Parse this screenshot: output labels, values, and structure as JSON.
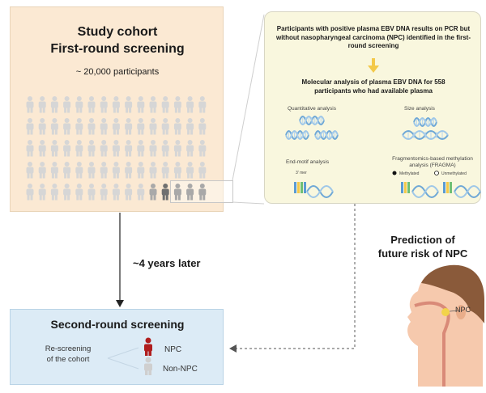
{
  "cohort": {
    "title_line1": "Study cohort",
    "title_line2": "First-round screening",
    "subtitle": "~ 20,000 participants"
  },
  "analysis": {
    "header": "Participants with positive plasma EBV DNA results on PCR but without nasopharyngeal carcinoma (NPC) identified in the first-round screening",
    "title": "Molecular analysis of plasma EBV DNA for 558 participants who had available plasma",
    "methods": {
      "quantitative": "Quantitative analysis",
      "size": "Size analysis",
      "end_motif": "End-motif analysis",
      "fragmentomics": "Fragmentomics-based methylation analysis (FRAGMA)"
    },
    "legend": {
      "methylated": "Methylated",
      "unmethylated": "Unmethylated"
    },
    "motif_label": "3' mer"
  },
  "followup": {
    "label": "~4 years later"
  },
  "second_round": {
    "title": "Second-round screening",
    "rescreen_line1": "Re-screening",
    "rescreen_line2": "of the cohort",
    "npc": "NPC",
    "non_npc": "Non-NPC"
  },
  "prediction": {
    "line1": "Prediction of",
    "line2": "future risk of NPC",
    "npc_label": "NPC"
  },
  "colors": {
    "cohort_bg": "#fbe9d3",
    "panel_bg": "#f9f7de",
    "second_bg": "#dcebf6",
    "person_light": "#d6d6d6",
    "person_dark": "#6f6f6f",
    "npc_red": "#b01e1e",
    "dna_blue": "#6fa8d6",
    "arrow_yellow": "#f3c94a"
  }
}
